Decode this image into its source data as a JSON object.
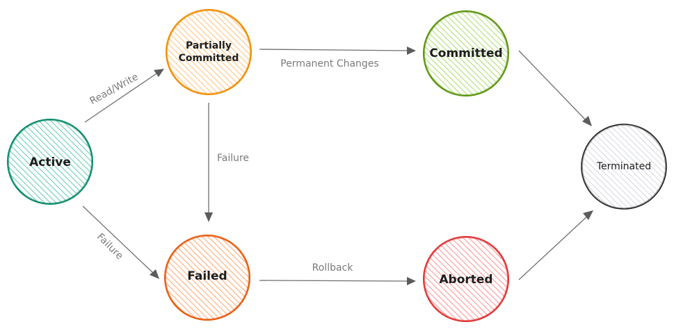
{
  "nodes": {
    "active": {
      "label": "Active",
      "stroke": "#0c8a6b",
      "hatch": "#5ec9aa"
    },
    "partially_committed": {
      "lines": [
        "Partially",
        "Committed"
      ],
      "stroke": "#f08c00",
      "hatch": "#ffc078"
    },
    "committed": {
      "label": "Committed",
      "stroke": "#5c940d",
      "hatch": "#a9dc6b"
    },
    "terminated": {
      "label": "Terminated",
      "stroke": "#1e1e1e",
      "hatch": "#c9ccd3"
    },
    "failed": {
      "label": "Failed",
      "stroke": "#e8590c",
      "hatch": "#ffa36b"
    },
    "aborted": {
      "label": "Aborted",
      "stroke": "#e03131",
      "hatch": "#ff8f8f"
    }
  },
  "edges": {
    "read_write": "Read/Write",
    "permanent_changes": "Permanent Changes",
    "failure_vertical": "Failure",
    "failure_diagonal": "Failure",
    "rollback": "Rollback"
  }
}
